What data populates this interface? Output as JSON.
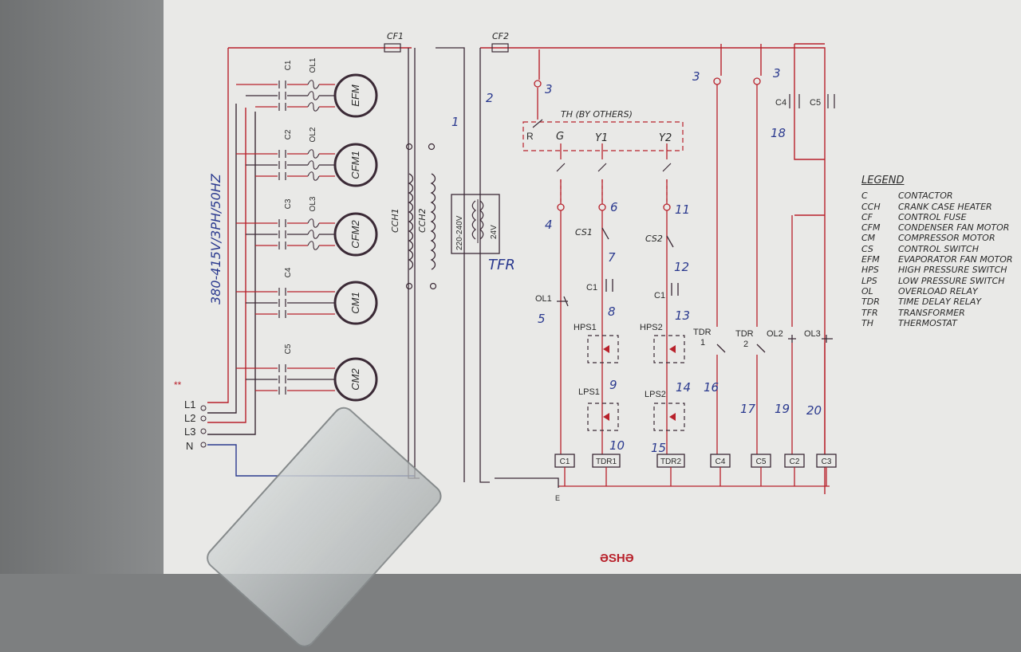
{
  "supply": {
    "rating": "380-415V/3PH/50HZ",
    "stars": "**",
    "lines": [
      "L1",
      "L2",
      "L3",
      "N"
    ]
  },
  "fuses": {
    "cf1": "CF1",
    "cf2": "CF2"
  },
  "motors": [
    {
      "contactor": "C1",
      "overload": "OL1",
      "label": "EFM"
    },
    {
      "contactor": "C2",
      "overload": "OL2",
      "label": "CFM1"
    },
    {
      "contactor": "C3",
      "overload": "OL3",
      "label": "CFM2"
    },
    {
      "contactor": "C4",
      "overload": "",
      "label": "CM1"
    },
    {
      "contactor": "C5",
      "overload": "",
      "label": "CM2"
    }
  ],
  "heaters": {
    "cch1": "CCH1",
    "cch2": "CCH2"
  },
  "transformer": {
    "primary": "220-240V",
    "secondary": "24V",
    "label": "TFR"
  },
  "thermostat": {
    "label": "TH (BY OTHERS)",
    "terminals": [
      "R",
      "G",
      "Y1",
      "Y2"
    ]
  },
  "wire_numbers": {
    "n1": "1",
    "n2": "2",
    "n3a": "3",
    "n3b": "3",
    "n3c": "3",
    "n4": "4",
    "n5": "5",
    "n6": "6",
    "n7": "7",
    "n8": "8",
    "n9": "9",
    "n10": "10",
    "n11": "11",
    "n12": "12",
    "n13": "13",
    "n14": "14",
    "n15": "15",
    "n16": "16",
    "n17": "17",
    "n18": "18",
    "n19": "19",
    "n20": "20"
  },
  "control_labels": {
    "ol1": "OL1",
    "cs1": "CS1",
    "cs2": "CS2",
    "c1a": "C1",
    "c1b": "C1",
    "hps1": "HPS1",
    "hps2": "HPS2",
    "lps1": "LPS1",
    "lps2": "LPS2",
    "tdr1a": "TDR",
    "tdr1b": "1",
    "tdr2a": "TDR",
    "tdr2b": "2",
    "ol2": "OL2",
    "ol3": "OL3",
    "c4": "C4",
    "c5": "C5",
    "e": "E"
  },
  "coils": [
    "C1",
    "TDR1",
    "TDR2",
    "C4",
    "C5",
    "C2",
    "C3"
  ],
  "footer_mark": "ƏSHƏ",
  "legend": {
    "title": "LEGEND",
    "items": [
      {
        "abbr": "C",
        "desc": "CONTACTOR"
      },
      {
        "abbr": "CCH",
        "desc": "CRANK CASE HEATER"
      },
      {
        "abbr": "CF",
        "desc": "CONTROL FUSE"
      },
      {
        "abbr": "CFM",
        "desc": "CONDENSER FAN MOTOR"
      },
      {
        "abbr": "CM",
        "desc": "COMPRESSOR MOTOR"
      },
      {
        "abbr": "CS",
        "desc": "CONTROL SWITCH"
      },
      {
        "abbr": "EFM",
        "desc": "EVAPORATOR FAN MOTOR"
      },
      {
        "abbr": "HPS",
        "desc": "HIGH PRESSURE SWITCH"
      },
      {
        "abbr": "LPS",
        "desc": "LOW PRESSURE SWITCH"
      },
      {
        "abbr": "OL",
        "desc": "OVERLOAD RELAY"
      },
      {
        "abbr": "TDR",
        "desc": "TIME DELAY RELAY"
      },
      {
        "abbr": "TFR",
        "desc": "TRANSFORMER"
      },
      {
        "abbr": "TH",
        "desc": "THERMOSTAT"
      }
    ]
  },
  "colors": {
    "wire_red": "#b8212b",
    "wire_dark": "#3b2a36",
    "ink_blue": "#2b3a8f",
    "ink": "#2a2a2a"
  }
}
